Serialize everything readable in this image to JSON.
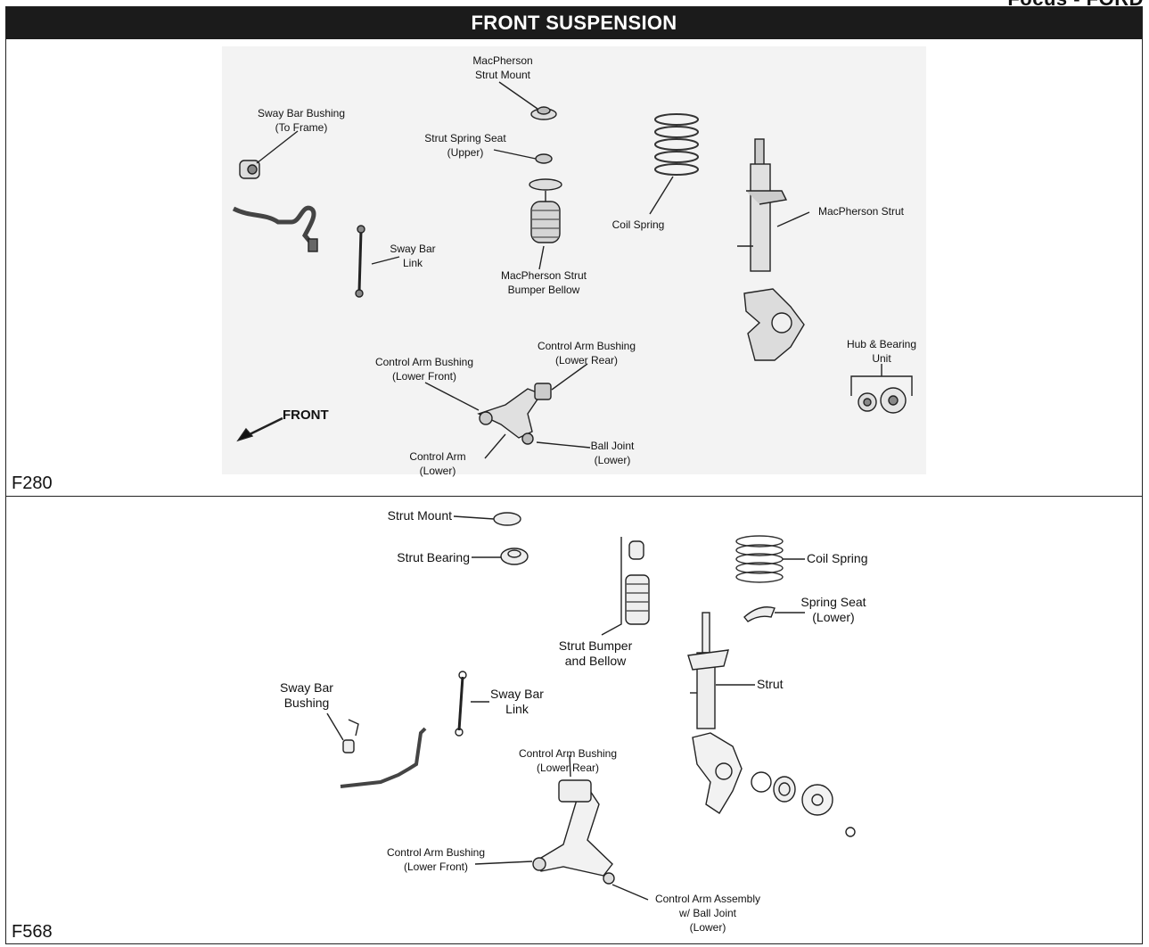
{
  "corner_text": "Focus - FORD",
  "header_title": "FRONT SUSPENSION",
  "panel1": {
    "code": "F280",
    "labels": {
      "strut_mount": [
        "MacPherson",
        "Strut Mount"
      ],
      "sway_bushing": [
        "Sway Bar Bushing",
        "(To Frame)"
      ],
      "spring_seat": [
        "Strut Spring Seat",
        "(Upper)"
      ],
      "coil_spring": "Coil Spring",
      "macpherson_strut": "MacPherson Strut",
      "sway_link": [
        "Sway Bar",
        "Link"
      ],
      "bumper_bellow": [
        "MacPherson Strut",
        "Bumper Bellow"
      ],
      "ca_bushing_rear": [
        "Control Arm Bushing",
        "(Lower Rear)"
      ],
      "ca_bushing_front": [
        "Control Arm Bushing",
        "(Lower Front)"
      ],
      "hub_bearing": [
        "Hub & Bearing",
        "Unit"
      ],
      "front": "FRONT",
      "control_arm": [
        "Control Arm",
        "(Lower)"
      ],
      "ball_joint": [
        "Ball Joint",
        "(Lower)"
      ]
    }
  },
  "panel2": {
    "code": "F568",
    "labels": {
      "strut_mount": "Strut Mount",
      "strut_bearing": "Strut Bearing",
      "coil_spring": "Coil Spring",
      "spring_seat": [
        "Spring Seat",
        "(Lower)"
      ],
      "bumper_bellow": [
        "Strut Bumper",
        "and Bellow"
      ],
      "strut": "Strut",
      "sway_bushing": [
        "Sway Bar",
        "Bushing"
      ],
      "sway_link": [
        "Sway Bar",
        "Link"
      ],
      "ca_bushing_rear": [
        "Control Arm Bushing",
        "(Lower Rear)"
      ],
      "ca_bushing_front": [
        "Control Arm Bushing",
        "(Lower Front)"
      ],
      "ca_assembly": [
        "Control Arm Assembly",
        "w/ Ball Joint",
        "(Lower)"
      ]
    }
  }
}
